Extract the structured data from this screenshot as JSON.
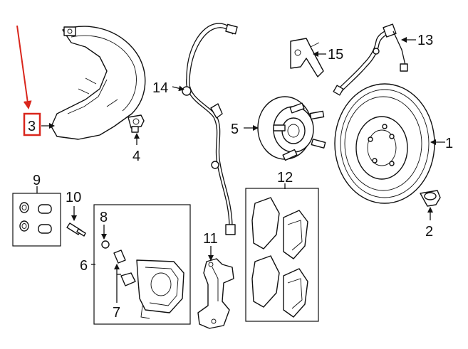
{
  "callouts": {
    "c1": "1",
    "c2": "2",
    "c3": "3",
    "c4": "4",
    "c5": "5",
    "c6": "6",
    "c7": "7",
    "c8": "8",
    "c9": "9",
    "c10": "10",
    "c11": "11",
    "c12": "12",
    "c13": "13",
    "c14": "14",
    "c15": "15"
  },
  "highlight": {
    "target_callout": "3",
    "color": "#d9261c"
  },
  "colors": {
    "line": "#111111",
    "background": "#ffffff"
  }
}
